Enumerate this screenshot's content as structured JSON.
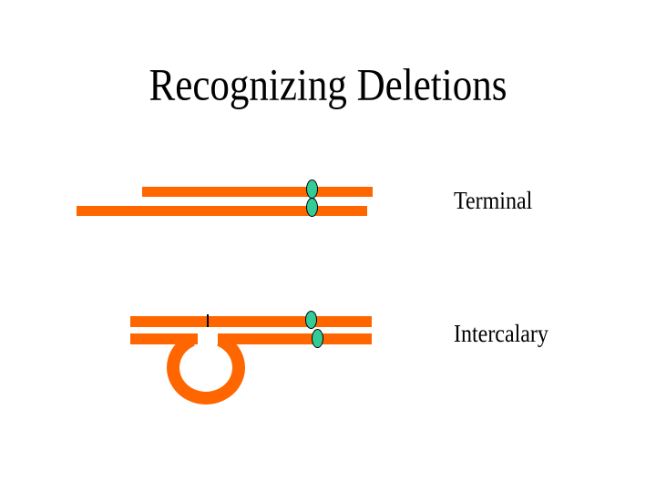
{
  "slide": {
    "title": "Recognizing Deletions"
  },
  "colors": {
    "paper": "#FFFFFF",
    "ink": "#000000",
    "chromosome": "#FF6600",
    "centromere": "#33CC99"
  },
  "figures": [
    {
      "label": "Terminal"
    },
    {
      "label": "Intercalary"
    }
  ]
}
